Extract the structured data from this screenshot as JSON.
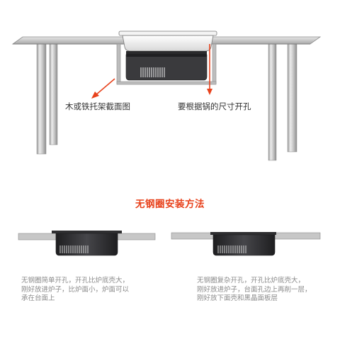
{
  "top_diagram": {
    "label_left": "木或铁托架截面图",
    "label_right": "要根据锅的尺寸开孔"
  },
  "section_title": "无钢圈安装方法",
  "method_left": {
    "lines": [
      "无钢圈简单开孔，开孔比炉底壳大，",
      "刚好放进炉子，比炉面小，炉面可以",
      "承在台面上"
    ]
  },
  "method_right": {
    "lines": [
      "无钢圈复杂开孔，开孔比炉底壳大，",
      "刚好放进炉子，台面孔边上再削一层，",
      "刚好放下面壳和黑晶面板层"
    ]
  },
  "colors": {
    "arrow": "#e8421c",
    "title": "#e8421c",
    "panel": "#2e2e30",
    "counter": "#c9c9c9"
  }
}
